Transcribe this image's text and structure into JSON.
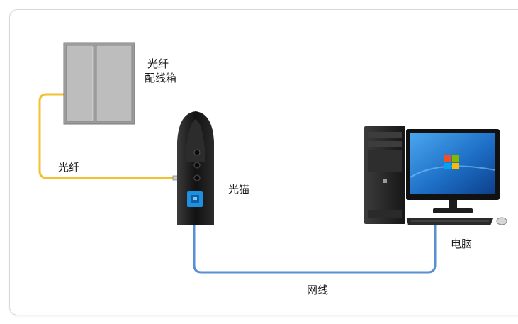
{
  "labels": {
    "distribution_box_line1": "光纤",
    "distribution_box_line2": "配线箱",
    "fiber": "光纤",
    "modem": "光猫",
    "computer": "电脑",
    "network_cable": "网线"
  },
  "colors": {
    "fiber_cable": "#f2c230",
    "network_cable": "#5b8fd3",
    "modem_body": "#1b1b1b",
    "modem_port": "#1e90e0",
    "box_frame": "#8a8a8a",
    "box_panel": "#b9b9b9",
    "monitor_screen": "#1a73c8",
    "tower": "#232323"
  },
  "icons": [
    "fiber-distribution-box-icon",
    "optical-modem-icon",
    "desktop-computer-icon",
    "monitor-icon",
    "keyboard-icon",
    "mouse-icon",
    "windows-logo-icon"
  ]
}
